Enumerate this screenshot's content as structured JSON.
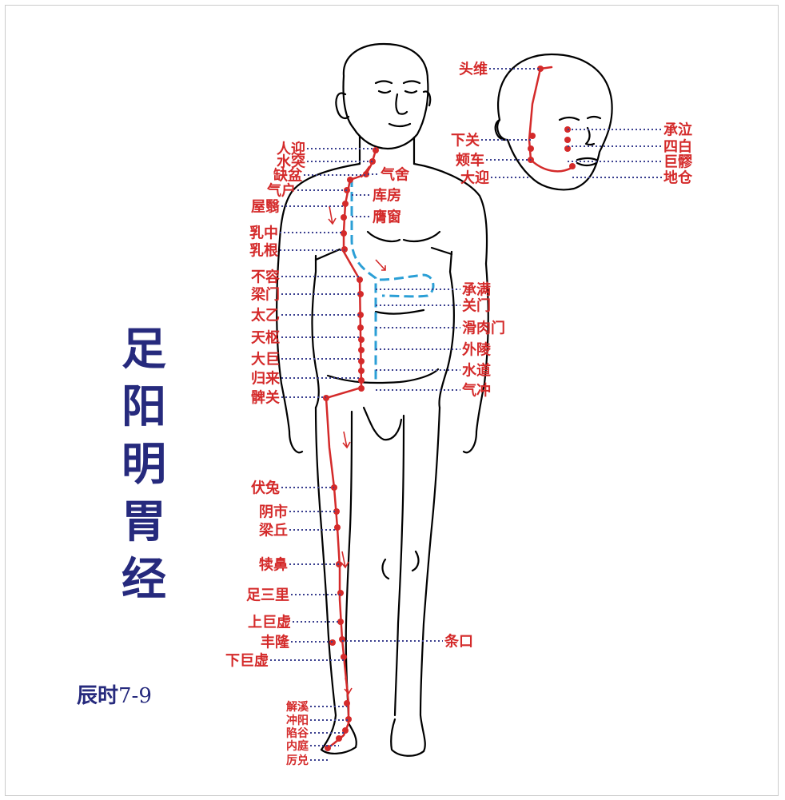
{
  "title_chars": [
    "足",
    "阳",
    "明",
    "胃",
    "经"
  ],
  "time_label": {
    "prefix": "辰时",
    "hours": "7-9"
  },
  "colors": {
    "meridian": "#d42a2a",
    "internal_branch": "#2b9fd6",
    "leader": "#3a3f8f",
    "title": "#262a7d",
    "outline": "#000000"
  },
  "face_points": {
    "left": [
      "头维",
      "下关",
      "颊车",
      "大迎"
    ],
    "right": [
      "承泣",
      "四白",
      "巨髎",
      "地仓"
    ]
  },
  "body_points": {
    "left": [
      "人迎",
      "水突",
      "缺盆",
      "气户",
      "屋翳",
      "乳中",
      "乳根",
      "不容",
      "梁门",
      "太乙",
      "天枢",
      "大巨",
      "归来",
      "髀关",
      "伏兔",
      "阴市",
      "梁丘",
      "犊鼻",
      "足三里",
      "上巨虚",
      "丰隆",
      "下巨虚"
    ],
    "right": [
      "气舍",
      "库房",
      "膺窗",
      "承满",
      "关门",
      "滑肉门",
      "外陵",
      "水道",
      "气冲",
      "条口"
    ],
    "foot": [
      "解溪",
      "冲阳",
      "陷谷",
      "内庭",
      "厉兑"
    ]
  }
}
